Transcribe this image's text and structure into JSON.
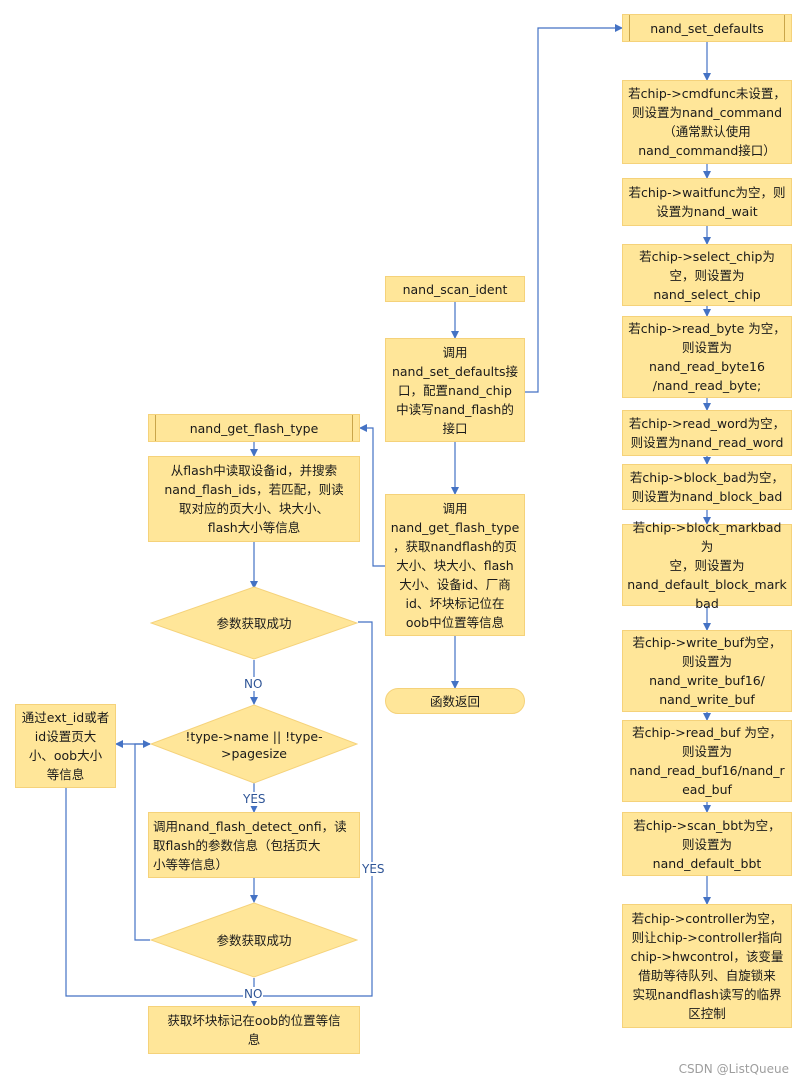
{
  "colors": {
    "box_fill": "#ffe699",
    "connector": "#4472c4",
    "edge_label": "#2f5597"
  },
  "nodes": {
    "nand_set_defaults": "nand_set_defaults",
    "r_cmdfunc": "若chip->cmdfunc未设置，\n则设置为nand_command\n（通常默认使用\nnand_command接口）",
    "r_waitfunc": "若chip->waitfunc为空，则\n设置为nand_wait",
    "r_select_chip": "若chip->select_chip为\n空，则设置为\nnand_select_chip",
    "r_read_byte": "若chip->read_byte 为空，\n则设置为\nnand_read_byte16\n/nand_read_byte;",
    "r_read_word": "若chip->read_word为空，\n则设置为nand_read_word",
    "r_block_bad": "若chip->block_bad为空，\n则设置为nand_block_bad",
    "r_block_markbad": "若chip->block_markbad为\n空，则设置为\nnand_default_block_mark\nbad",
    "r_write_buf": "若chip->write_buf为空，\n则设置为\nnand_write_buf16/\nnand_write_buf",
    "r_read_buf": "若chip->read_buf 为空，\n则设置为\nnand_read_buf16/nand_r\nead_buf",
    "r_scan_bbt": "若chip->scan_bbt为空，\n则设置为\nnand_default_bbt",
    "r_controller": "若chip->controller为空，\n则让chip->controller指向\nchip->hwcontrol，该变量\n借助等待队列、自旋锁来\n实现nandflash读写的临界\n区控制",
    "nand_scan_ident": "nand_scan_ident",
    "call_set_defaults": "调用\nnand_set_defaults接\n口，配置nand_chip\n中读写nand_flash的\n接口",
    "call_get_flash_type": "调用\nnand_get_flash_type\n，获取nandflash的页\n大小、块大小、flash\n大小、设备id、厂商\nid、坏块标记位在\noob中位置等信息",
    "func_return": "函数返回",
    "nand_get_flash_type": "nand_get_flash_type",
    "read_id": "从flash中读取设备id，并搜索\nnand_flash_ids，若匹配，则读\n取对应的页大小、块大小、\nflash大小等信息",
    "decision_1": "参数获取成功",
    "decision_2": "!type->name || !type-\n>pagesize",
    "ext_id": "通过ext_id或者\nid设置页大\n小、oob大小\n等信息",
    "detect_onfi": "调用nand_flash_detect_onfi，读\n取flash的参数信息（包括页大\n小等等信息）",
    "decision_3": "参数获取成功",
    "bad_block": "获取坏块标记在oob的位置等信\n息"
  },
  "edge_labels": {
    "no_1": "NO",
    "yes_2": "YES",
    "yes_1": "YES",
    "no_3": "NO"
  },
  "watermark": "CSDN @ListQueue"
}
